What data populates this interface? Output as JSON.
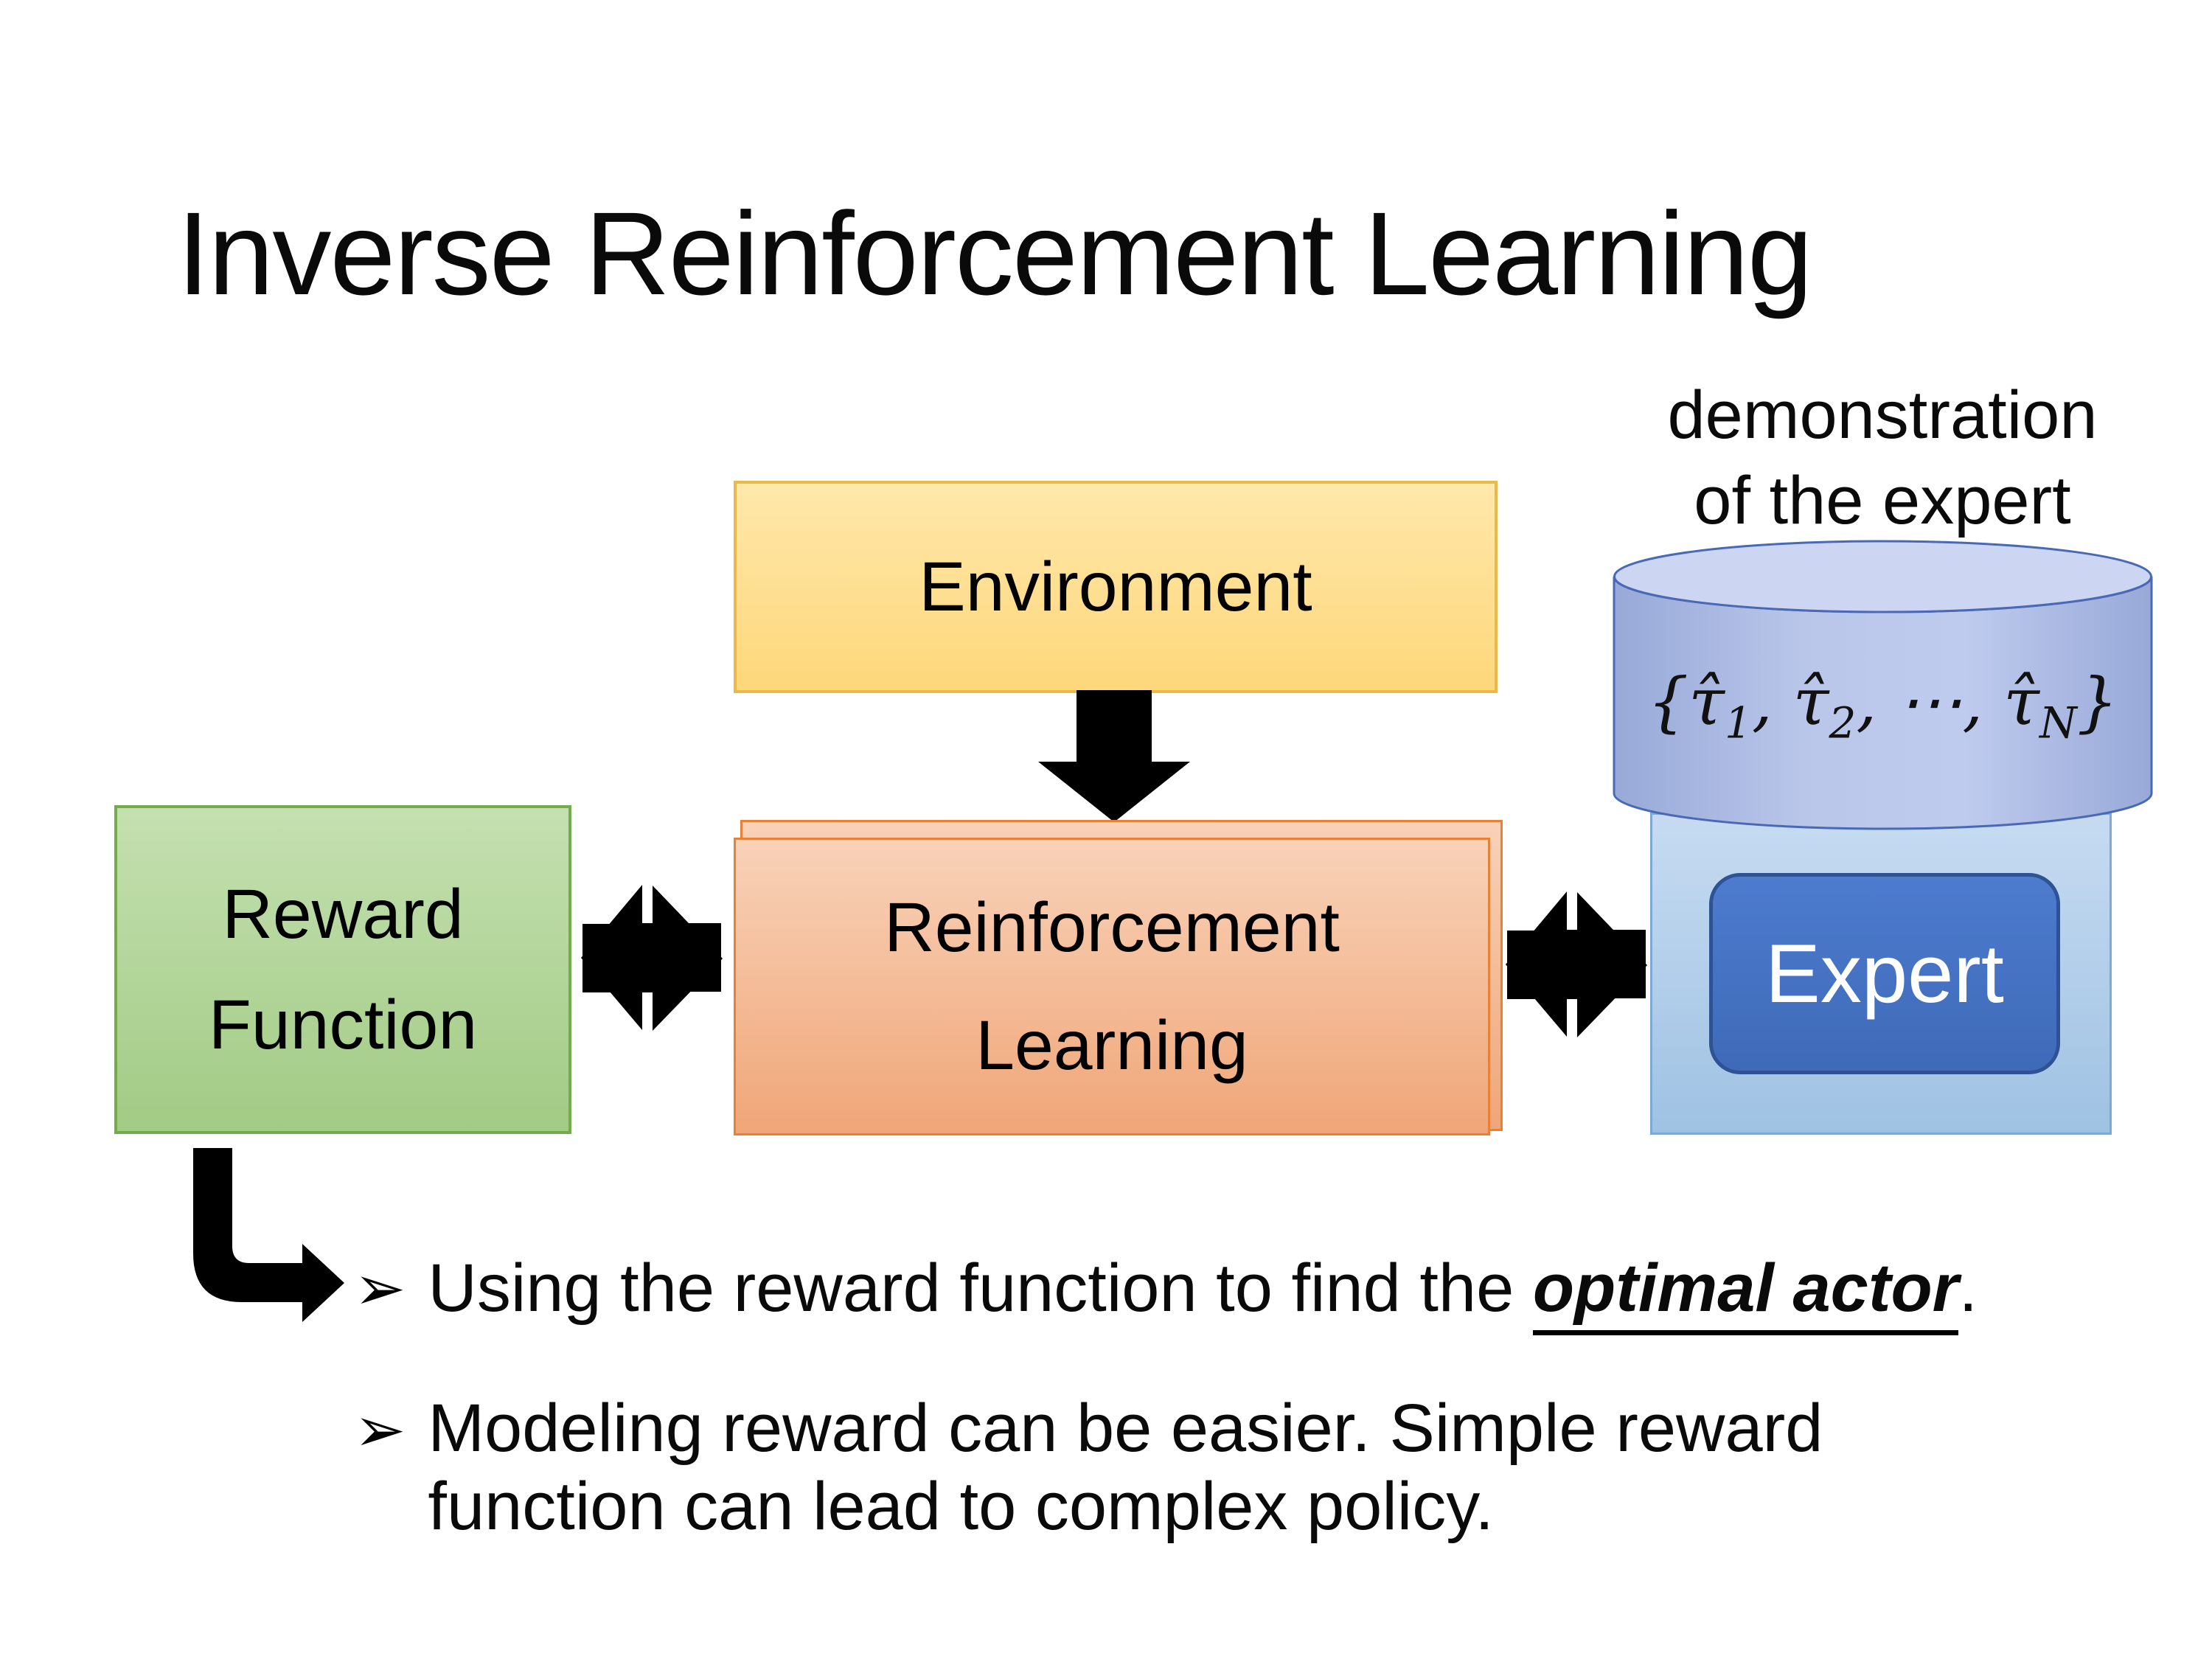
{
  "slide": {
    "title": "Inverse Reinforcement Learning"
  },
  "demo_label": {
    "line1": "demonstration",
    "line2": "of the expert"
  },
  "boxes": {
    "environment": {
      "label": "Environment"
    },
    "reward_function": {
      "line1": "Reward",
      "line2": "Function"
    },
    "reinforcement_learning": {
      "line1": "Reinforcement",
      "line2": "Learning"
    },
    "expert": {
      "label": "Expert"
    }
  },
  "cylinder": {
    "math": {
      "open": "{",
      "t1": "τ̂",
      "s1": "1",
      "sep1": ", ",
      "t2": "τ̂",
      "s2": "2",
      "sep2": ", ",
      "dots": "⋯",
      "sep3": ", ",
      "t3": "τ̂",
      "s3": "N",
      "close": "}"
    }
  },
  "bullets": {
    "marker": "➢",
    "bullet1": {
      "pre": "Using the reward function to find the ",
      "emphasis": "optimal actor",
      "post": "."
    },
    "bullet2": {
      "line1": "Modeling reward can be easier. Simple reward",
      "line2": "function can lead to complex policy."
    }
  },
  "colors": {
    "environment_fill": "#FED77A",
    "environment_border": "#EAB94A",
    "reward_fill": "#A9D18E",
    "reward_border": "#70AD47",
    "rl_fill": "#F2A97E",
    "rl_border": "#ED7D31",
    "expert_container_fill": "#BDD7EE",
    "expert_fill": "#4472C4",
    "expert_border": "#2F5597",
    "cylinder_fill": "#B4C7E7",
    "cylinder_border": "#4A69B4",
    "arrow_color": "#000000",
    "text_color": "#000000"
  }
}
